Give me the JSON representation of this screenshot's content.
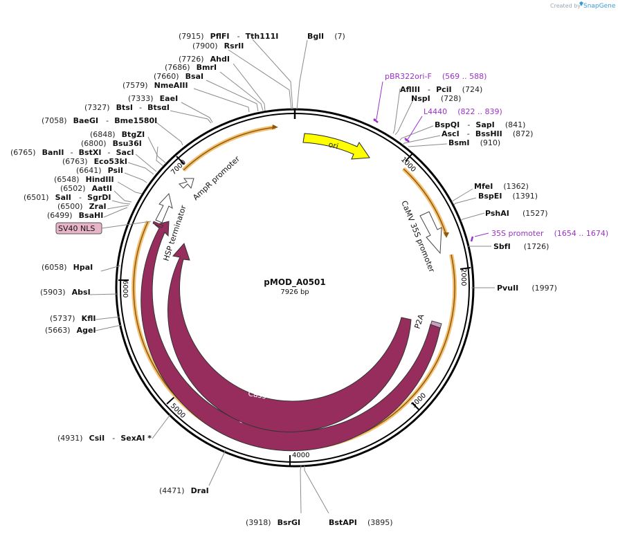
{
  "credit": {
    "created_by": "Created by",
    "brand": "SnapGene"
  },
  "plasmid": {
    "name": "pMOD_A0501",
    "size_label": "7926 bp",
    "length": 7926
  },
  "ticks": [
    "1000",
    "2000",
    "3000",
    "4000",
    "5000",
    "6000",
    "7000"
  ],
  "enzymes": [
    {
      "id": "e1",
      "num": "(7915)",
      "name": "PflFI",
      "sep": "-",
      "name2": "Tth111I"
    },
    {
      "id": "e2",
      "num": "",
      "name": "BglI",
      "num2": "(7)"
    },
    {
      "id": "e3",
      "num": "(7900)",
      "name": "RsrII"
    },
    {
      "id": "e4",
      "num": "(7726)",
      "name": "AhdI"
    },
    {
      "id": "e5",
      "num": "(7686)",
      "name": "BmrI"
    },
    {
      "id": "e6",
      "num": "(7660)",
      "name": "BsaI"
    },
    {
      "id": "e7",
      "num": "(7579)",
      "name": "NmeAIII"
    },
    {
      "id": "e8",
      "num": "(7333)",
      "name": "EaeI"
    },
    {
      "id": "e9",
      "num": "(7327)",
      "name": "BtsI",
      "sep": "-",
      "name2": "BtsαI"
    },
    {
      "id": "e10",
      "num": "(7058)",
      "name": "BaeGI",
      "sep": "-",
      "name2": "Bme1580I"
    },
    {
      "id": "e11",
      "num": "(6848)",
      "name": "BtgZI"
    },
    {
      "id": "e12",
      "num": "(6800)",
      "name": "Bsu36I"
    },
    {
      "id": "e13",
      "num": "(6765)",
      "name": "BanII",
      "sep": "-",
      "name2": "BstXI",
      "sep2": "-",
      "name3": "SacI"
    },
    {
      "id": "e14",
      "num": "(6763)",
      "name": "Eco53kI"
    },
    {
      "id": "e15",
      "num": "(6641)",
      "name": "PsiI"
    },
    {
      "id": "e16",
      "num": "(6548)",
      "name": "HindIII"
    },
    {
      "id": "e17",
      "num": "(6502)",
      "name": "AatII"
    },
    {
      "id": "e18",
      "num": "(6501)",
      "name": "SalI",
      "sep": "-",
      "name2": "SgrDI"
    },
    {
      "id": "e19",
      "num": "(6500)",
      "name": "ZraI"
    },
    {
      "id": "e20",
      "num": "(6499)",
      "name": "BsaHI"
    },
    {
      "id": "e21",
      "num": "(6058)",
      "name": "HpaI"
    },
    {
      "id": "e22",
      "num": "(5903)",
      "name": "AbsI"
    },
    {
      "id": "e23",
      "num": "(5737)",
      "name": "KflI"
    },
    {
      "id": "e24",
      "num": "(5663)",
      "name": "AgeI"
    },
    {
      "id": "e25",
      "num": "(4931)",
      "name": "CsiI",
      "sep": "-",
      "name2": "SexAI *"
    },
    {
      "id": "e26",
      "num": "(4471)",
      "name": "DraI"
    },
    {
      "id": "e27",
      "num": "(3918)",
      "name": "BsrGI"
    },
    {
      "id": "e28",
      "name": "BstAPI",
      "num2": "(3895)"
    },
    {
      "id": "e29",
      "name": "AflIII",
      "sep": "-",
      "name2": "PciI",
      "num2": "(724)"
    },
    {
      "id": "e30",
      "name": "NspI",
      "num2": "(728)"
    },
    {
      "id": "e31",
      "name": "BspQI",
      "sep": "-",
      "name2": "SapI",
      "num2": "(841)"
    },
    {
      "id": "e32",
      "name": "AscI",
      "sep": "-",
      "name2": "BssHII",
      "num2": "(872)"
    },
    {
      "id": "e33",
      "name": "BsmI",
      "num2": "(910)"
    },
    {
      "id": "e34",
      "name": "MfeI",
      "num2": "(1362)"
    },
    {
      "id": "e35",
      "name": "BspEI",
      "num2": "(1391)"
    },
    {
      "id": "e36",
      "name": "PshAI",
      "num2": "(1527)"
    },
    {
      "id": "e37",
      "name": "SbfI",
      "num2": "(1726)"
    },
    {
      "id": "e38",
      "name": "PvuII",
      "num2": "(1997)"
    }
  ],
  "primers": [
    {
      "id": "p1",
      "name": "pBR322ori-F",
      "range": "(569 .. 588)"
    },
    {
      "id": "p2",
      "name": "L4440",
      "range": "(822 .. 839)"
    },
    {
      "id": "p3",
      "name": "35S promoter",
      "range": "(1654 .. 1674)"
    }
  ],
  "features": [
    {
      "id": "ori",
      "label": "ori",
      "color": "#ffff00"
    },
    {
      "id": "camv",
      "label": "CaMV 35S promoter"
    },
    {
      "id": "p2a",
      "label": "P2A",
      "color": "#c8a0c0"
    },
    {
      "id": "cas9_inner",
      "label": "Cas9",
      "color": "#962d5d"
    },
    {
      "id": "cas9_outer",
      "label": "Cas9",
      "color": "#962d5d"
    },
    {
      "id": "hsp",
      "label": "HSP terminator"
    },
    {
      "id": "ampr",
      "label": "AmpR promoter"
    },
    {
      "id": "sv40",
      "label": "SV40 NLS",
      "color": "#e8b4c8"
    }
  ],
  "colors": {
    "orf_outline": "#f0a030",
    "primer": "#9b30c8",
    "backbone": "#000000"
  }
}
